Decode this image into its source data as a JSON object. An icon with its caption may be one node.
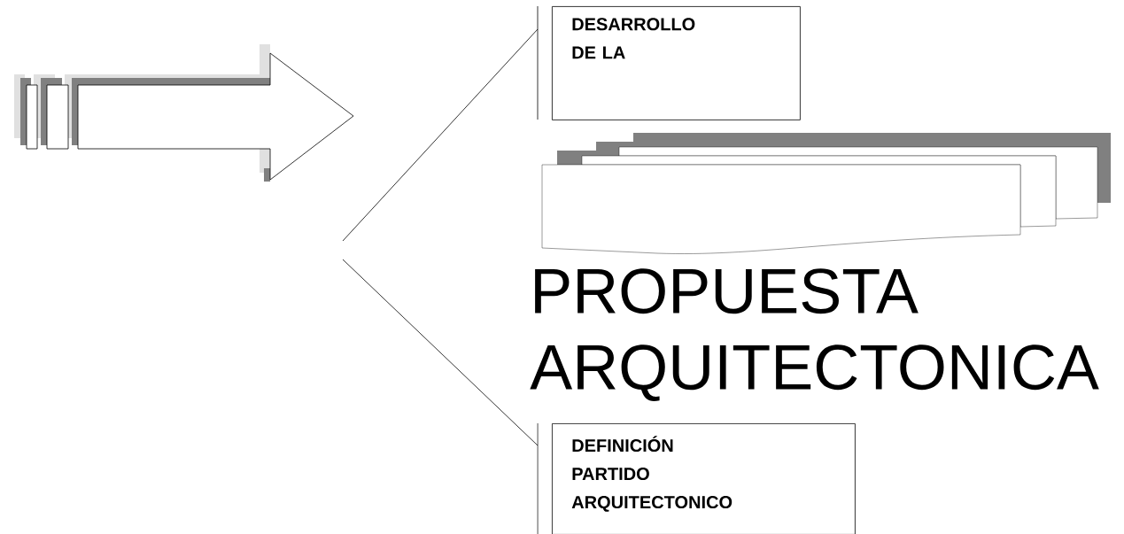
{
  "diagram": {
    "nodes": [
      {
        "text": [],
        "shape": "arrow"
      },
      {
        "text": [
          "DESARROLLO DE LA"
        ]
      },
      {
        "text": [],
        "shape": "document"
      },
      {
        "text": [
          "DEFINICIÓN PARTIDO ARQUITECTONICO"
        ]
      }
    ],
    "edges": [
      {
        "from": null,
        "to": 1,
        "arrow": "none"
      },
      {
        "from": null,
        "to": 3,
        "arrow": "none"
      }
    ],
    "labels": [
      "PROPUESTA ARQUITECTONICA"
    ]
  }
}
